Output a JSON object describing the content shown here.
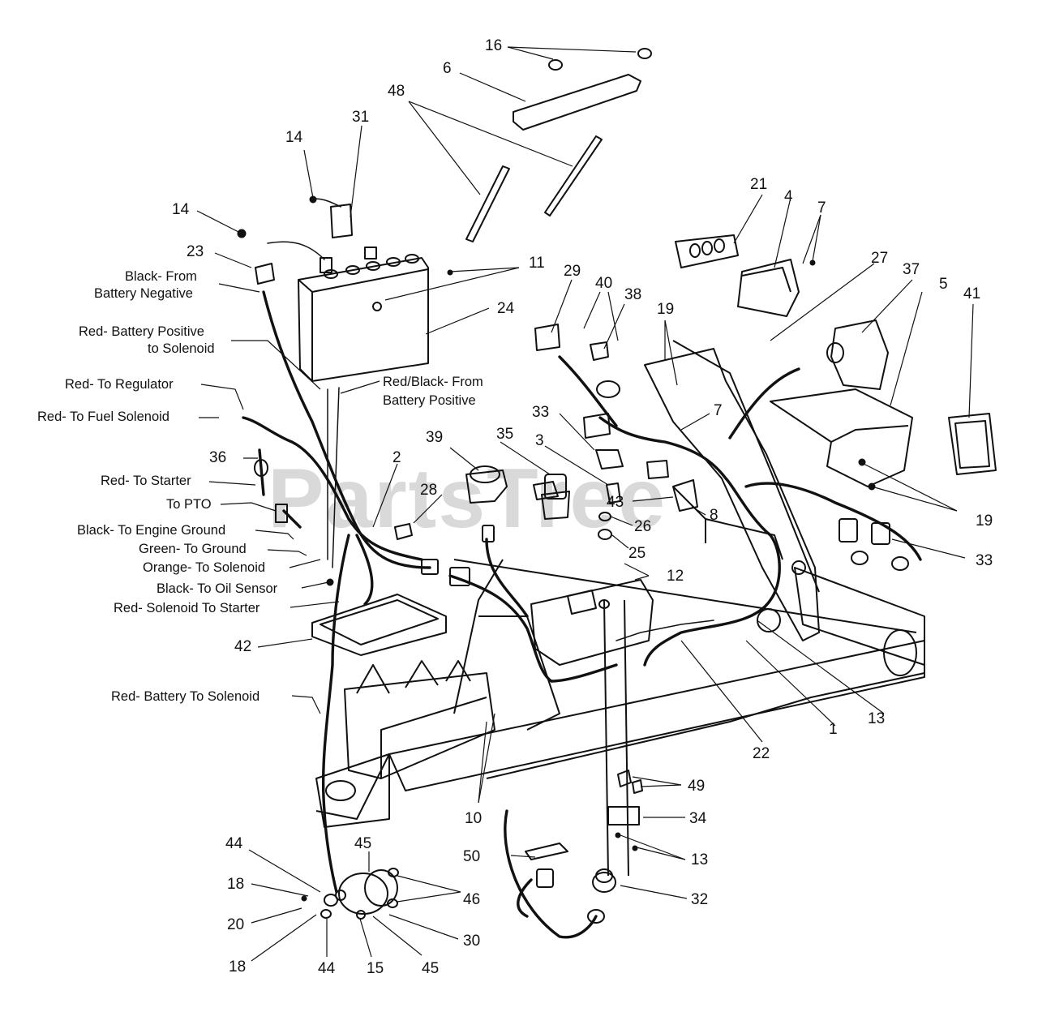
{
  "watermark": "PartsTree",
  "callouts": {
    "c1": "1",
    "c2": "2",
    "c3": "3",
    "c4": "4",
    "c5": "5",
    "c6": "6",
    "c7a": "7",
    "c7b": "7",
    "c8": "8",
    "c10": "10",
    "c11": "11",
    "c12": "12",
    "c13a": "13",
    "c13b": "13",
    "c14a": "14",
    "c14b": "14",
    "c15": "15",
    "c16": "16",
    "c18a": "18",
    "c18b": "18",
    "c19a": "19",
    "c19b": "19",
    "c20": "20",
    "c21": "21",
    "c22": "22",
    "c23": "23",
    "c24": "24",
    "c25": "25",
    "c26": "26",
    "c27": "27",
    "c28": "28",
    "c29": "29",
    "c30": "30",
    "c31": "31",
    "c32": "32",
    "c33a": "33",
    "c33b": "33",
    "c34": "34",
    "c35": "35",
    "c36": "36",
    "c37": "37",
    "c38": "38",
    "c39": "39",
    "c40": "40",
    "c41": "41",
    "c42": "42",
    "c43": "43",
    "c44a": "44",
    "c44b": "44",
    "c45a": "45",
    "c45b": "45",
    "c46": "46",
    "c48": "48",
    "c49": "49",
    "c50": "50"
  },
  "wire_labels": {
    "black_from_neg_1": "Black- From",
    "black_from_neg_2": "Battery Negative",
    "red_pos_sol_1": "Red- Battery Positive",
    "red_pos_sol_2": "to Solenoid",
    "red_black_1": "Red/Black- From",
    "red_black_2": "Battery Positive",
    "red_regulator": "Red- To Regulator",
    "red_fuel": "Red- To Fuel Solenoid",
    "red_starter": "Red- To Starter",
    "to_pto": "To PTO",
    "black_engine_ground": "Black- To Engine Ground",
    "green_ground": "Green- To Ground",
    "orange_solenoid": "Orange- To Solenoid",
    "black_oil": "Black- To Oil Sensor",
    "red_sol_starter": "Red- Solenoid To Starter",
    "red_batt_sol": "Red- Battery To Solenoid"
  }
}
